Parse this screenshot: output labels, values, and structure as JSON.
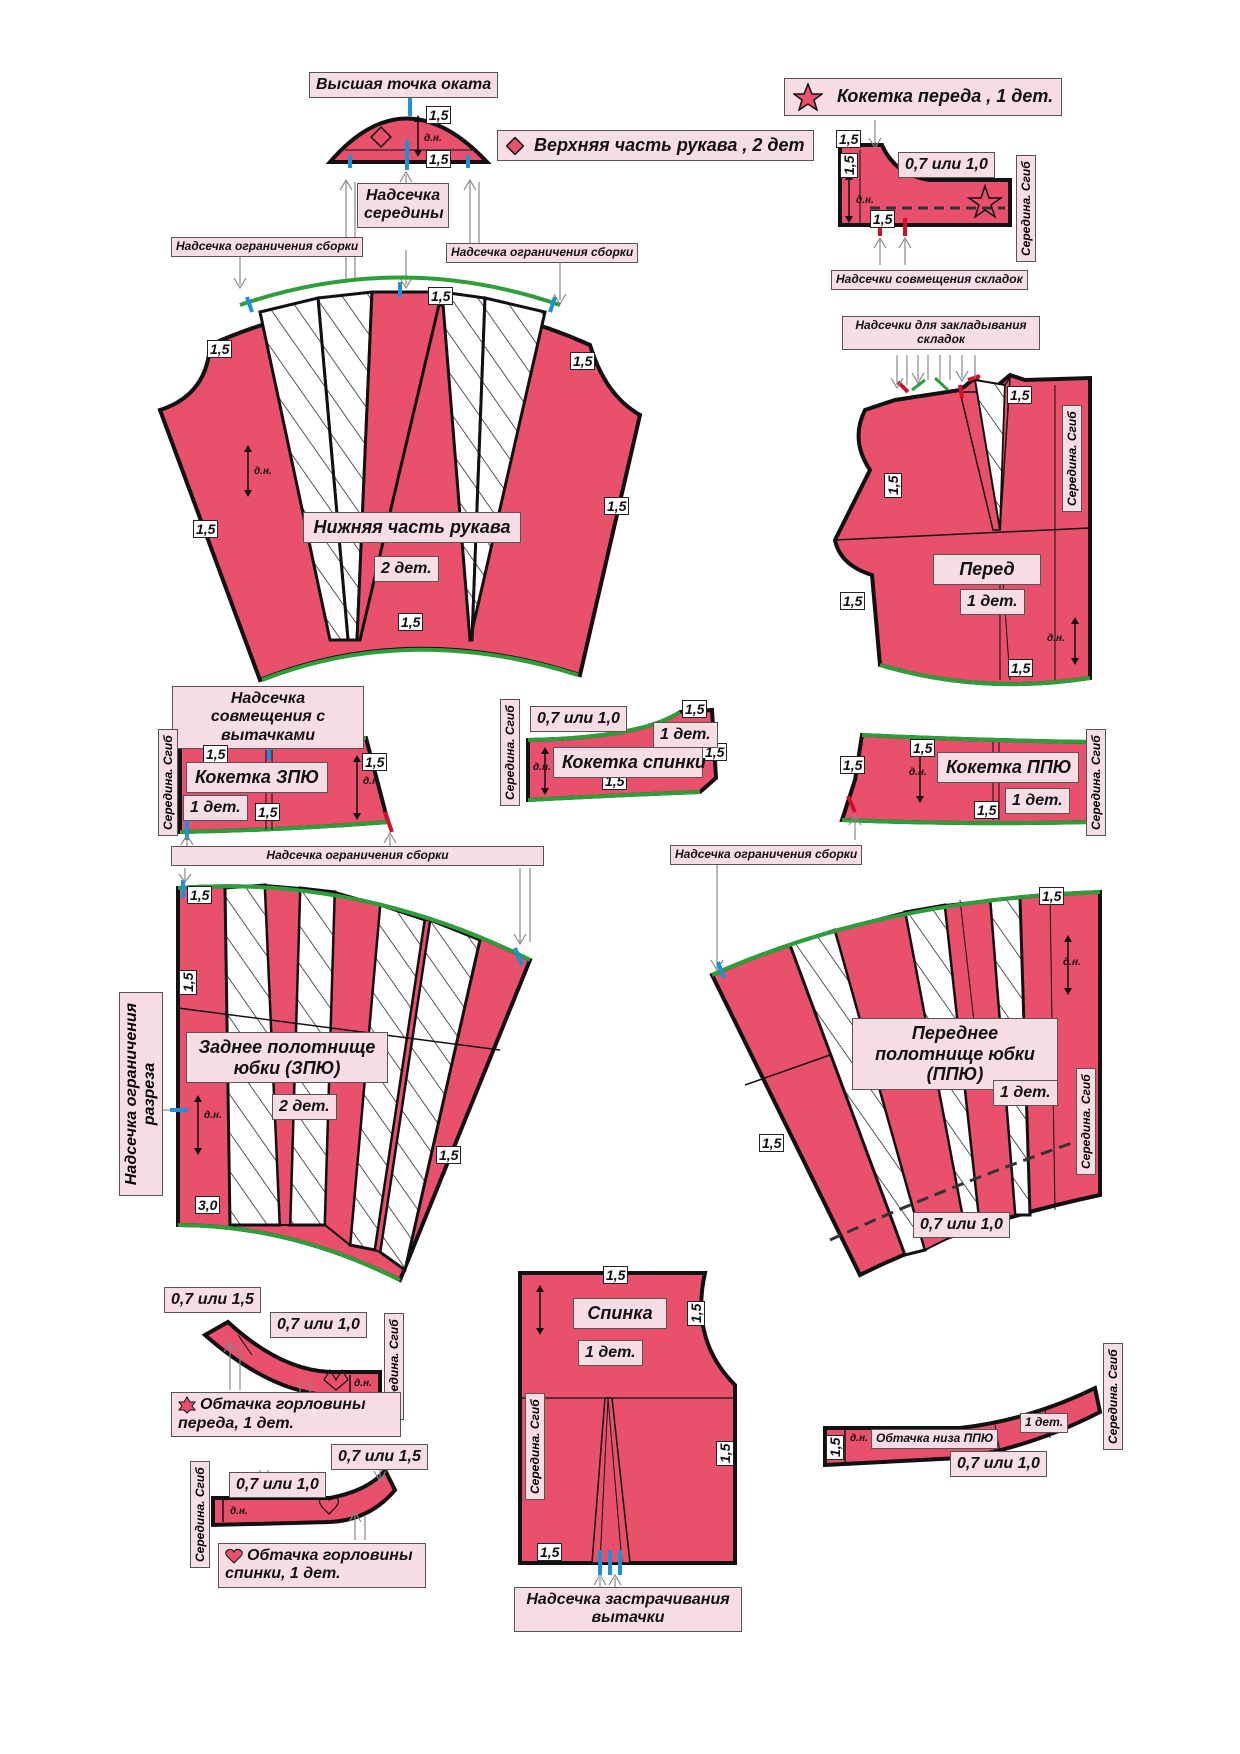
{
  "colors": {
    "piece_fill": "#e8506b",
    "outline": "#111111",
    "hem_line": "#2e9e3a",
    "notch_blue": "#1e90d8",
    "notch_red": "#d0102a",
    "label_bg": "#f9dde4"
  },
  "icons": [
    "star-icon",
    "diamond-icon",
    "heart-icon",
    "hexagram-icon",
    "notch-arrow-icon"
  ],
  "sleeve_top": {
    "crown_point": "Высшая точка оката",
    "title": "Верхняя часть рукава , 2 дет",
    "mid_notch": "Надсечка середины",
    "seam_a": "1,5",
    "seam_b": "1,5"
  },
  "gather_limit": "Надсечка ограничения сборки",
  "sleeve_bottom": {
    "title": "Нижняя часть рукава",
    "count": "2 дет.",
    "seam_top_left": "1,5",
    "seam_top_mid": "1,5",
    "seam_top_right": "1,5",
    "seam_left": "1,5",
    "seam_right": "1,5",
    "seam_hem": "1,5"
  },
  "front_yoke": {
    "title": "Кокетка переда , 1 дет.",
    "seam_a": "1,5",
    "seam_b": "1,5",
    "seam_c": "1,5",
    "seam_d": "0,7 или 1,0",
    "fold": "Середина. Сгиб",
    "fold_notches": "Надсечки совмещения складок"
  },
  "front": {
    "pleat_notches": "Надсечки для закладывания складок",
    "title": "Перед",
    "count": "1 дет.",
    "seam_top": "1,5",
    "seam_arm": "1,5",
    "seam_side": "1,5",
    "seam_hem": "1,5",
    "fold": "Середина. Сгиб"
  },
  "zpu_yoke": {
    "dart_notch": "Надсечка совмещения с вытачками",
    "title": "Кокетка ЗПЮ",
    "count": "1 дет.",
    "fold": "Середина. Сгиб",
    "seam_a": "1,5",
    "seam_b": "1,5",
    "seam_c": "1,5"
  },
  "back_yoke": {
    "title": "Кокетка спинки",
    "count": "1 дет.",
    "fold": "Середина. Сгиб",
    "seam_top": "0,7 или 1,0",
    "seam_a": "1,5",
    "seam_b": "1,5",
    "seam_c": "1,5"
  },
  "ppu_yoke": {
    "title": "Кокетка ППЮ",
    "count": "1 дет.",
    "fold": "Середина. Сгиб",
    "seam_a": "1,5",
    "seam_b": "1,5",
    "seam_c": "1,5"
  },
  "zpu": {
    "title": "Заднее полотнище юбки (ЗПЮ)",
    "count": "2 дет.",
    "slit_notch": "Надсечка ограничения разреза",
    "seam_top": "1,5",
    "seam_side": "1,5",
    "seam_right": "1,5",
    "seam_hem": "3,0"
  },
  "ppu": {
    "title": "Переднее полотнище юбки (ППЮ)",
    "count": "1 дет.",
    "fold": "Середина. Сгиб",
    "seam_top": "1,5",
    "seam_left": "1,5",
    "seam_hem": "0,7 или 1,0"
  },
  "front_facing": {
    "title": "Обтачка горловины переда, 1 дет.",
    "fold": "Середина. Сгиб",
    "seam_a": "0,7 или 1,5",
    "seam_b": "0,7 или 1,0"
  },
  "back_facing": {
    "title": "Обтачка горловины спинки, 1 дет.",
    "fold": "Середина. Сгиб",
    "seam_a": "0,7 или 1,5",
    "seam_b": "0,7 или 1,0"
  },
  "back": {
    "title": "Спинка",
    "count": "1 дет.",
    "fold": "Середина. Сгиб",
    "dart_notch": "Надсечка застрачивания вытачки",
    "seam_top": "1,5",
    "seam_arm": "1,5",
    "seam_side": "1,5",
    "seam_hem": "1,5"
  },
  "ppu_hem_facing": {
    "title": "Обтачка низа ППЮ",
    "count": "1 дет.",
    "fold": "Середина. Сгиб",
    "seam_a": "1,5",
    "seam_b": "0,7 или 1,0"
  },
  "grain": "д.н."
}
